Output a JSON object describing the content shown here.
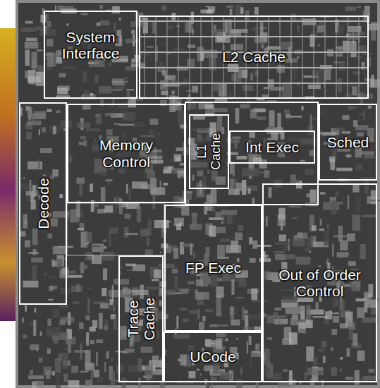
{
  "diagram": {
    "nodes": [
      {
        "text": [
          "System Interface"
        ]
      },
      {
        "text": [
          "L2 Cache"
        ]
      },
      {
        "text": [
          "Decode"
        ]
      },
      {
        "text": [
          "Memory Control"
        ]
      },
      {
        "text": [
          "L1 Cache"
        ]
      },
      {
        "text": [
          "Int Exec"
        ]
      },
      {
        "text": [
          "Sched"
        ]
      },
      {
        "text": [
          "FP Exec"
        ]
      },
      {
        "text": [
          "Out of Order Control"
        ]
      },
      {
        "text": [
          "Trace Cache"
        ]
      },
      {
        "text": [
          "UCode"
        ]
      }
    ]
  }
}
